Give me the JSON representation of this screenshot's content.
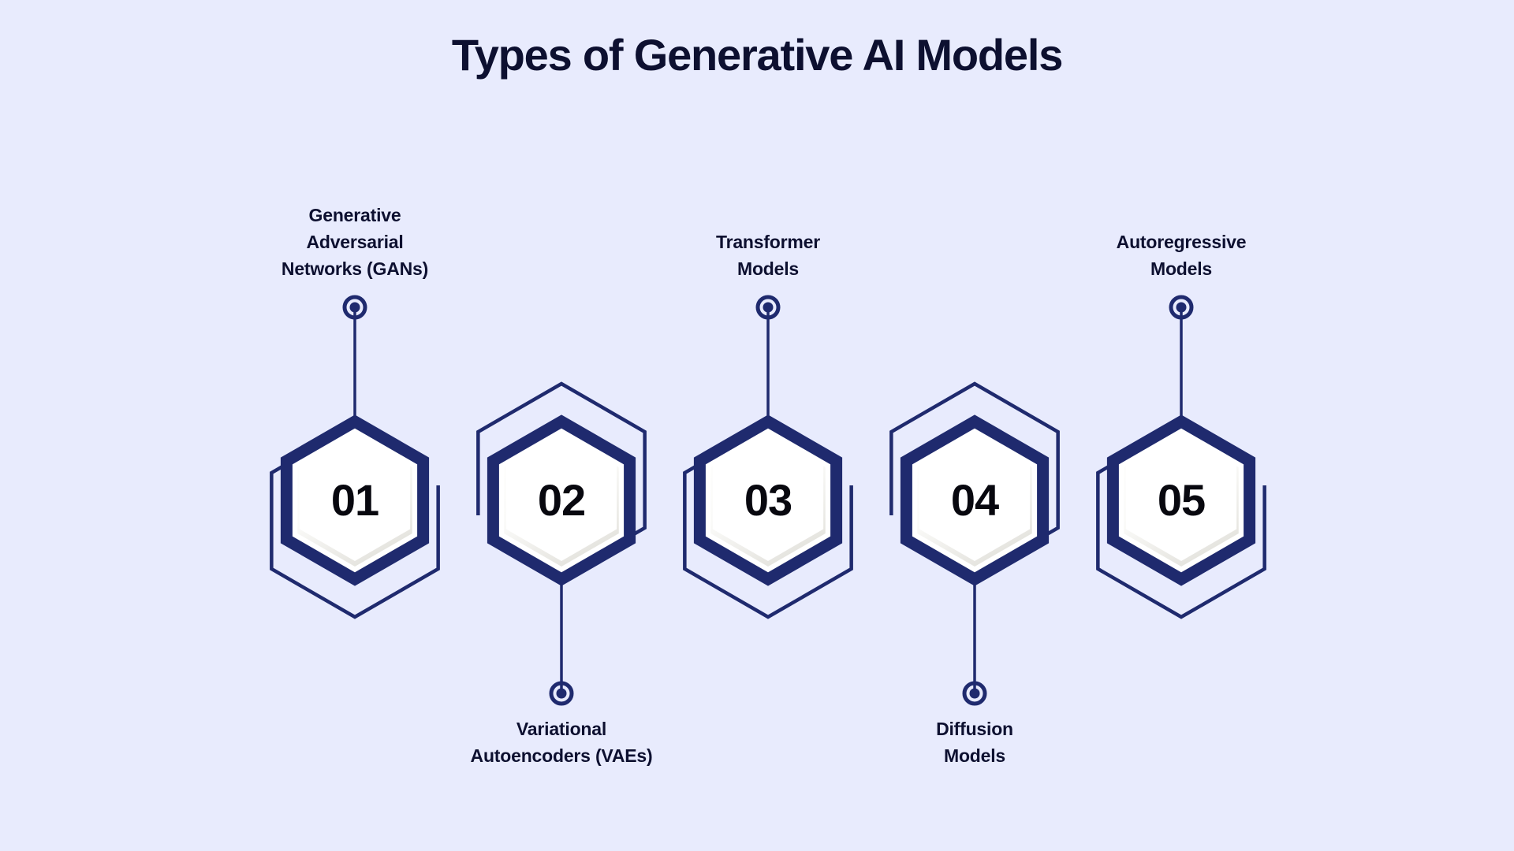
{
  "page": {
    "title": "Types of Generative AI Models",
    "background_color": "#E8EBFD",
    "accent_color": "#1F2A6E",
    "title_color": "#0D1030"
  },
  "chart_data": {
    "type": "diagram",
    "title": "Types of Generative AI Models",
    "layout": "horizontal hexagon row, alternating callout labels above/below",
    "steps": [
      {
        "number": "01",
        "label": "Generative\nAdversarial\nNetworks (GANs)",
        "label_position": "above"
      },
      {
        "number": "02",
        "label": "Variational\nAutoencoders (VAEs)",
        "label_position": "below"
      },
      {
        "number": "03",
        "label": "Transformer\nModels",
        "label_position": "above"
      },
      {
        "number": "04",
        "label": "Diffusion\nModels",
        "label_position": "below"
      },
      {
        "number": "05",
        "label": "Autoregressive\nModels",
        "label_position": "above"
      }
    ]
  },
  "items": [
    {
      "number": "01",
      "label": "Generative\nAdversarial\nNetworks (GANs)"
    },
    {
      "number": "02",
      "label": "Variational\nAutoencoders (VAEs)"
    },
    {
      "number": "03",
      "label": "Transformer\nModels"
    },
    {
      "number": "04",
      "label": "Diffusion\nModels"
    },
    {
      "number": "05",
      "label": "Autoregressive\nModels"
    }
  ]
}
